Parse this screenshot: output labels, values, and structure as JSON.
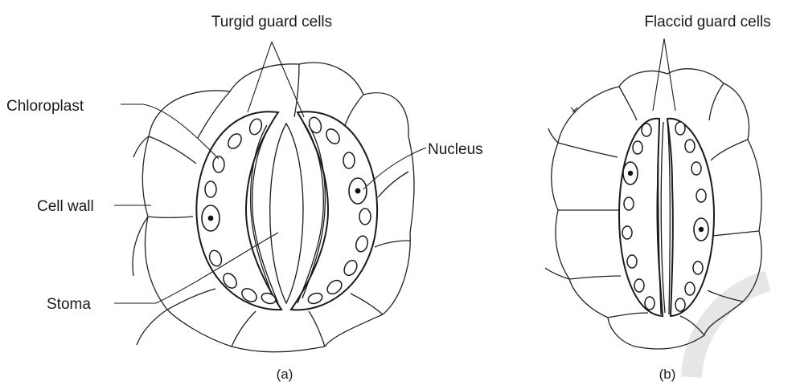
{
  "panel_a": {
    "title_label": "Turgid guard cells",
    "labels": {
      "chloroplast": "Chloroplast",
      "cell_wall": "Cell wall",
      "stoma": "Stoma",
      "nucleus": "Nucleus"
    },
    "caption": "(a)"
  },
  "panel_b": {
    "title_label": "Flaccid guard cells",
    "caption": "(b)"
  },
  "colors": {
    "line": "#1a1a1a",
    "background": "#ffffff",
    "watermark": "#e6e6e6"
  }
}
